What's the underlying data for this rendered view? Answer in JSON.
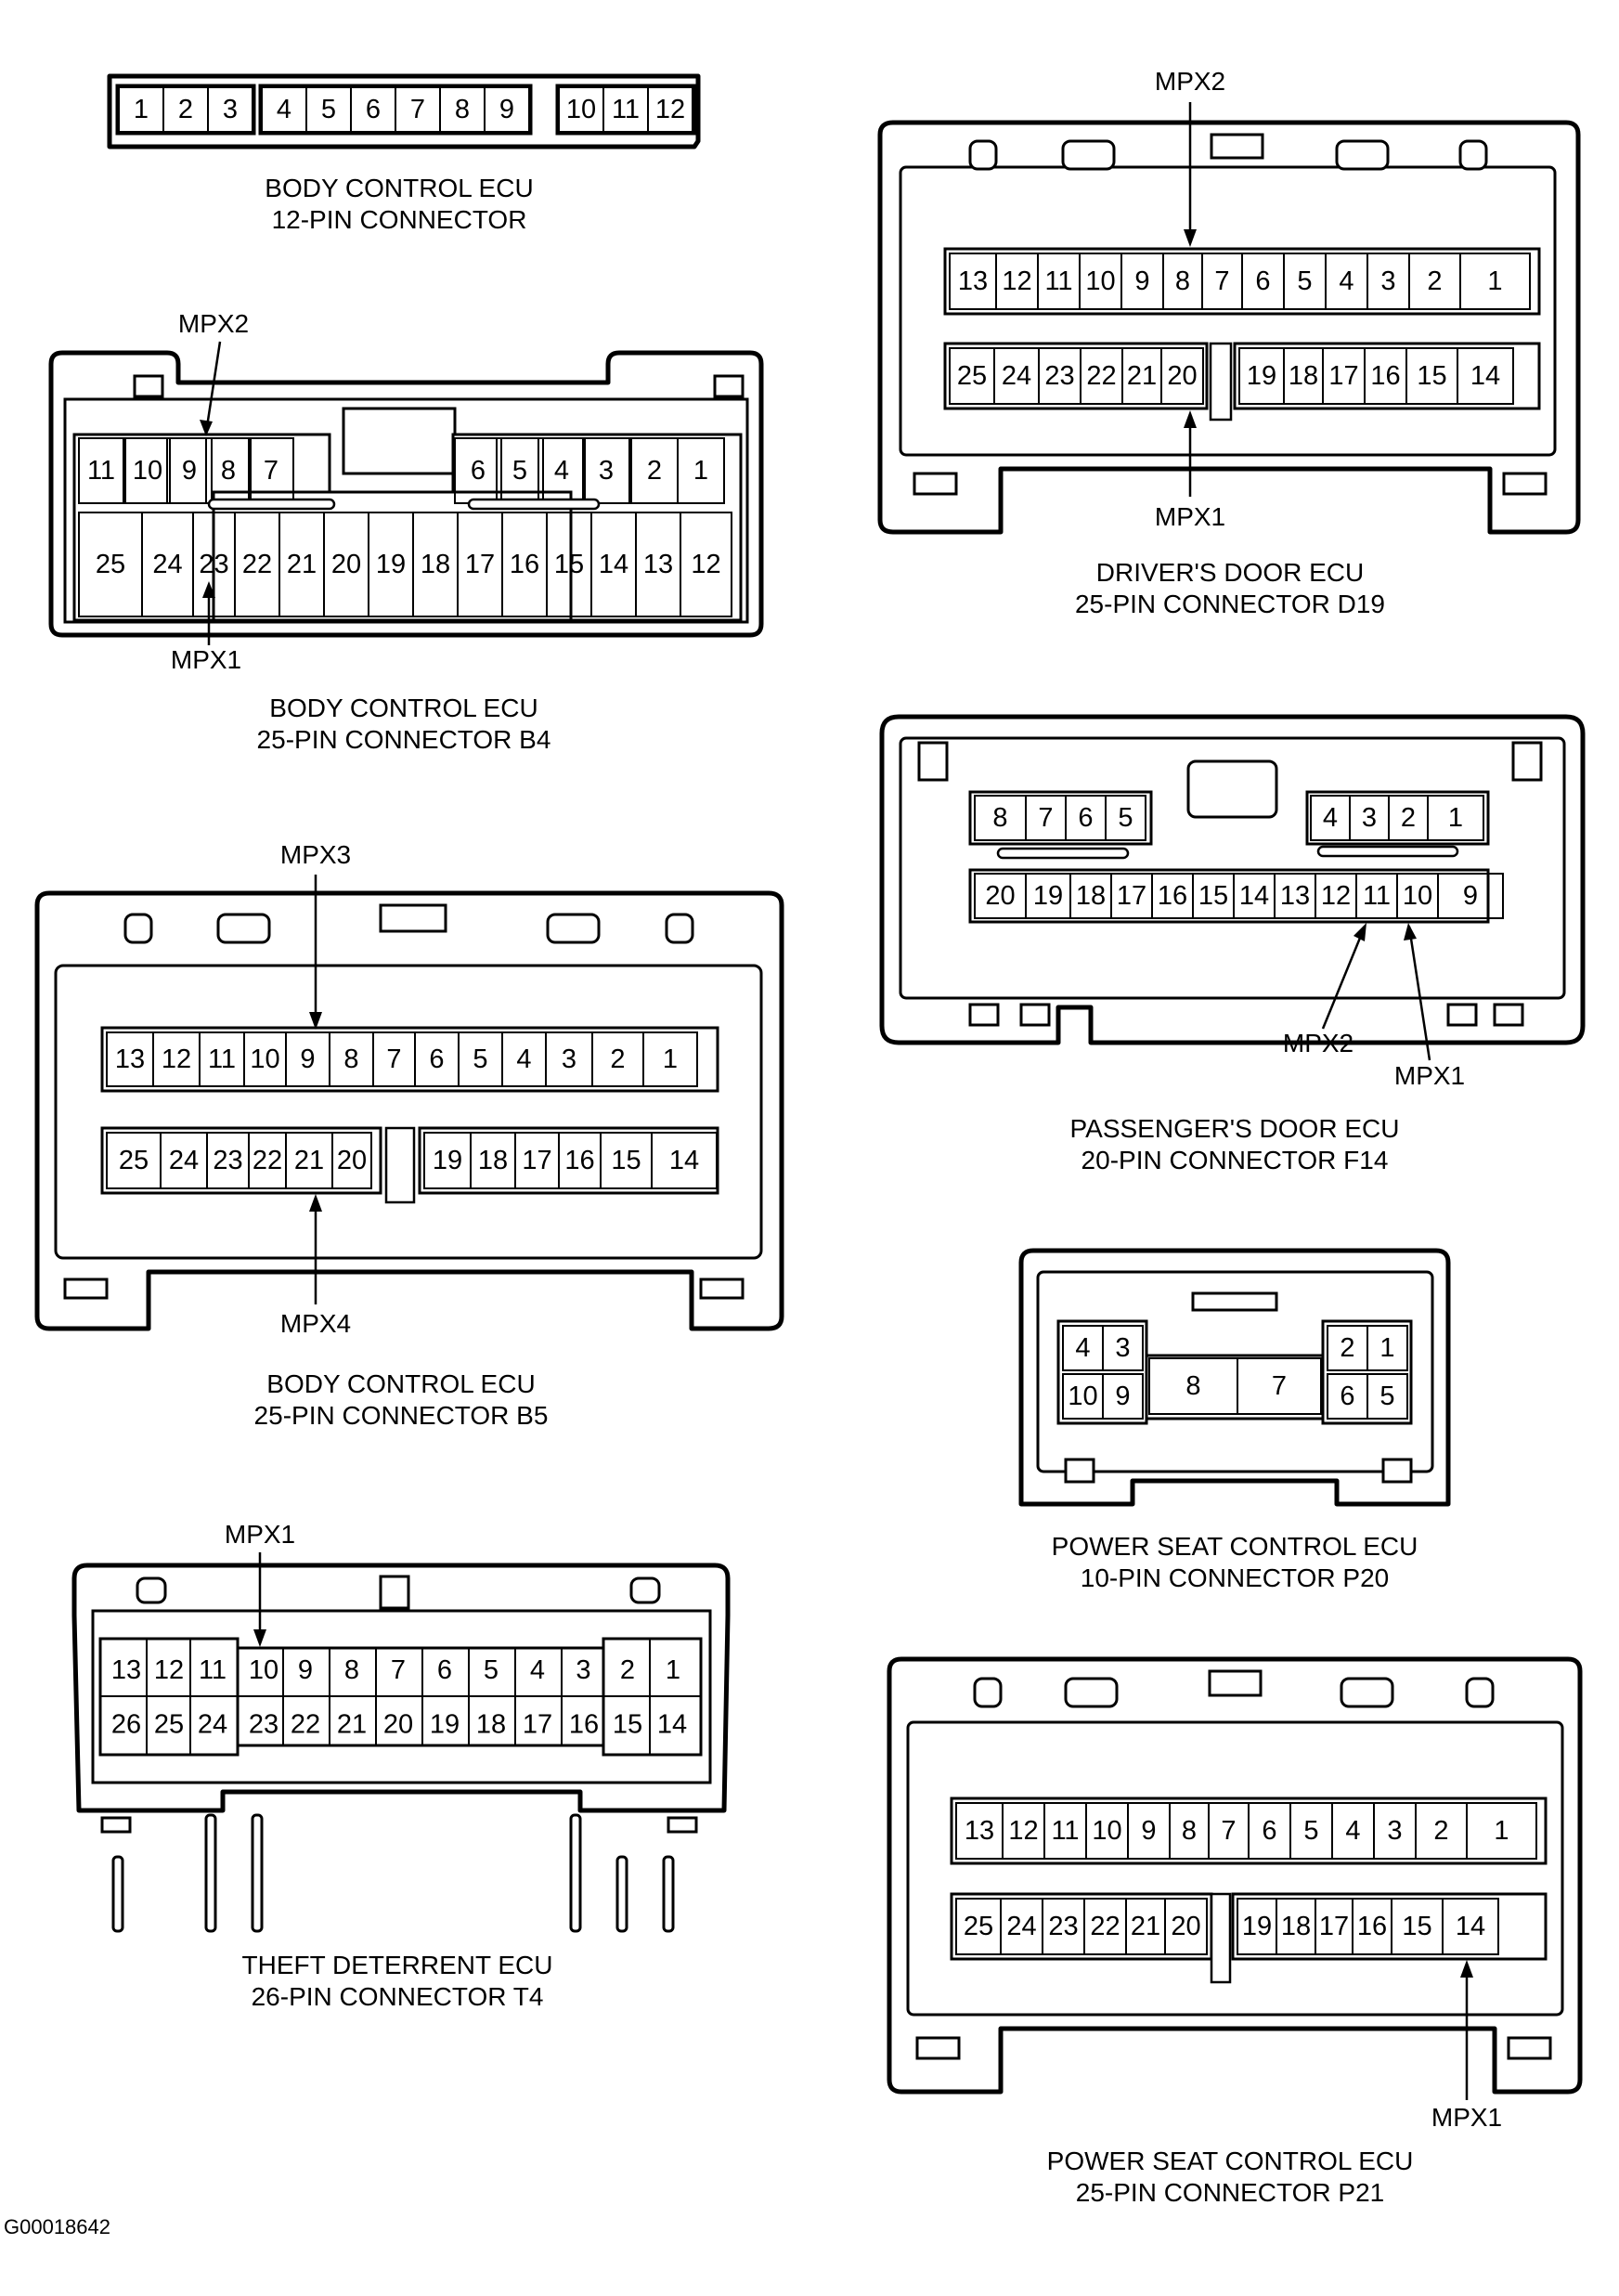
{
  "drawing_code": "G00018642",
  "connectors": {
    "bc12": {
      "caption": [
        "BODY CONTROL ECU",
        "12-PIN CONNECTOR"
      ],
      "pins": [
        "1",
        "2",
        "3",
        "4",
        "5",
        "6",
        "7",
        "8",
        "9",
        "10",
        "11",
        "12"
      ]
    },
    "b4": {
      "caption": [
        "BODY CONTROL ECU",
        "25-PIN CONNECTOR  B4"
      ],
      "pins": [
        "11",
        "10",
        "9",
        "8",
        "7",
        "6",
        "5",
        "4",
        "3",
        "2",
        "1",
        "25",
        "24",
        "23",
        "22",
        "21",
        "20",
        "19",
        "18",
        "17",
        "16",
        "15",
        "14",
        "13",
        "12"
      ],
      "mpx": [
        "MPX2",
        "MPX1"
      ]
    },
    "b5": {
      "caption": [
        "BODY CONTROL ECU",
        "25-PIN CONNECTOR B5"
      ],
      "pins": [
        "13",
        "12",
        "11",
        "10",
        "9",
        "8",
        "7",
        "6",
        "5",
        "4",
        "3",
        "2",
        "1",
        "25",
        "24",
        "23",
        "22",
        "21",
        "20",
        "19",
        "18",
        "17",
        "16",
        "15",
        "14"
      ],
      "mpx": [
        "MPX3",
        "MPX4"
      ]
    },
    "t4": {
      "caption": [
        "THEFT DETERRENT ECU",
        "26-PIN CONNECTOR T4"
      ],
      "pins": [
        "13",
        "12",
        "11",
        "10",
        "9",
        "8",
        "7",
        "6",
        "5",
        "4",
        "3",
        "2",
        "1",
        "26",
        "25",
        "24",
        "23",
        "22",
        "21",
        "20",
        "19",
        "18",
        "17",
        "16",
        "15",
        "14"
      ],
      "mpx": [
        "MPX1"
      ]
    },
    "d19": {
      "caption": [
        "DRIVER'S DOOR ECU",
        "25-PIN CONNECTOR D19"
      ],
      "pins": [
        "13",
        "12",
        "11",
        "10",
        "9",
        "8",
        "7",
        "6",
        "5",
        "4",
        "3",
        "2",
        "1",
        "25",
        "24",
        "23",
        "22",
        "21",
        "20",
        "19",
        "18",
        "17",
        "16",
        "15",
        "14"
      ],
      "mpx": [
        "MPX2",
        "MPX1"
      ]
    },
    "f14": {
      "caption": [
        "PASSENGER'S DOOR ECU",
        "20-PIN CONNECTOR F14"
      ],
      "pins": [
        "8",
        "7",
        "6",
        "5",
        "4",
        "3",
        "2",
        "1",
        "20",
        "19",
        "18",
        "17",
        "16",
        "15",
        "14",
        "13",
        "12",
        "11",
        "10",
        "9"
      ],
      "mpx": [
        "MPX2",
        "MPX1"
      ]
    },
    "p20": {
      "caption": [
        "POWER SEAT CONTROL ECU",
        "10-PIN CONNECTOR P20"
      ],
      "pins": [
        "4",
        "3",
        "2",
        "1",
        "10",
        "9",
        "8",
        "7",
        "6",
        "5"
      ]
    },
    "p21": {
      "caption": [
        "POWER SEAT CONTROL ECU",
        "25-PIN CONNECTOR P21"
      ],
      "pins": [
        "13",
        "12",
        "11",
        "10",
        "9",
        "8",
        "7",
        "6",
        "5",
        "4",
        "3",
        "2",
        "1",
        "25",
        "24",
        "23",
        "22",
        "21",
        "20",
        "19",
        "18",
        "17",
        "16",
        "15",
        "14"
      ],
      "mpx": [
        "MPX1"
      ]
    }
  }
}
